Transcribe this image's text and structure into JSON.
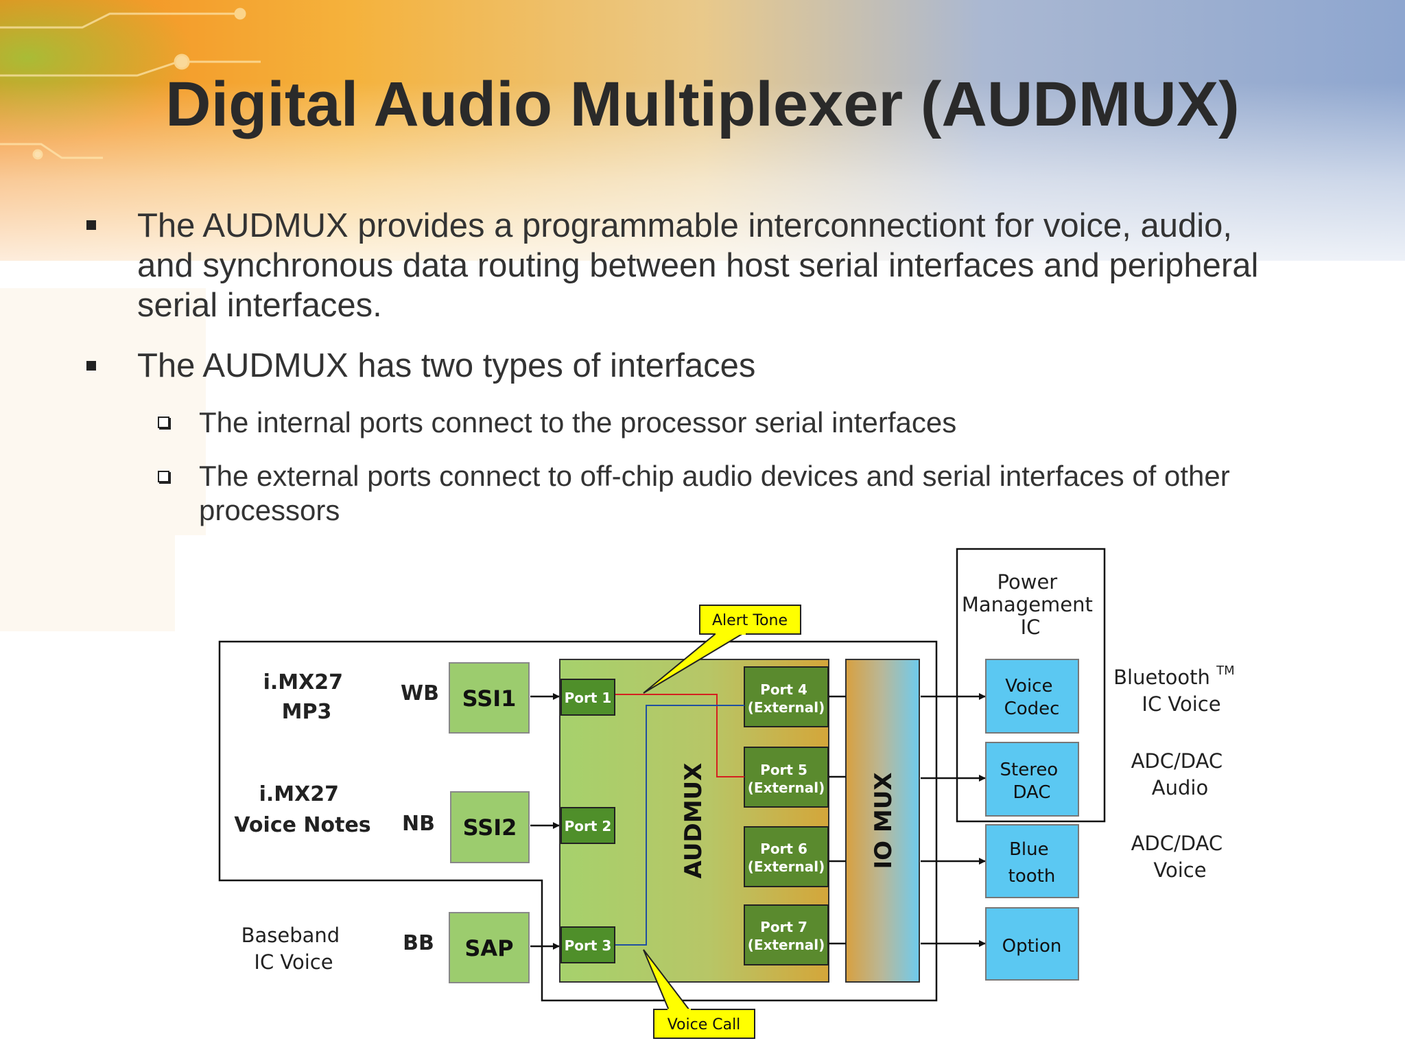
{
  "title": "Digital Audio Multiplexer (AUDMUX)",
  "bullets": [
    {
      "lines": [
        "The AUDMUX provides a programmable interconnectiont for voice, audio,",
        "and synchronous data routing between host serial interfaces and peripheral",
        "serial interfaces."
      ]
    },
    {
      "lines": [
        "The AUDMUX has two types of interfaces"
      ]
    }
  ],
  "sub_bullets": [
    {
      "lines": [
        "The internal ports connect to the processor serial interfaces"
      ]
    },
    {
      "lines": [
        "The external ports connect to off-chip audio devices and serial interfaces of other",
        "processors"
      ]
    }
  ],
  "diagram": {
    "sources": [
      {
        "name_lines": [
          "i.MX27",
          "MP3"
        ],
        "code": "WB",
        "block": "SSI1"
      },
      {
        "name_lines": [
          "i.MX27",
          "Voice Notes"
        ],
        "code": "NB",
        "block": "SSI2"
      },
      {
        "name_lines": [
          "Baseband",
          "IC Voice"
        ],
        "code": "BB",
        "block": "SAP"
      }
    ],
    "internal_ports": [
      "Port 1",
      "Port 2",
      "Port 3"
    ],
    "external_ports": [
      {
        "name": "Port 4",
        "sub": "(External)"
      },
      {
        "name": "Port 5",
        "sub": "(External)"
      },
      {
        "name": "Port 6",
        "sub": "(External)"
      },
      {
        "name": "Port 7",
        "sub": "(External)"
      }
    ],
    "audmux_label": "AUDMUX",
    "iomux_label": "IO MUX",
    "pmic_label_lines": [
      "Power",
      "Management",
      "IC"
    ],
    "peripherals": [
      {
        "lines": [
          "Voice",
          "Codec"
        ]
      },
      {
        "lines": [
          "Stereo",
          "DAC"
        ]
      },
      {
        "lines": [
          "Blue",
          "tooth"
        ]
      },
      {
        "lines": [
          "Option"
        ]
      }
    ],
    "right_labels": [
      {
        "lines": [
          "Bluetooth",
          "IC Voice"
        ],
        "sup": "TM"
      },
      {
        "lines": [
          "ADC/DAC",
          "Audio"
        ]
      },
      {
        "lines": [
          "ADC/DAC",
          "Voice"
        ]
      }
    ],
    "callouts": {
      "alert": "Alert Tone",
      "voice": "Voice Call"
    },
    "colors": {
      "green_block": "#9ccc6e",
      "port_green": "#4f8f2a",
      "ext_port": "#5a8a2e",
      "periph_blue": "#5bc8f2",
      "callout_yellow": "#ffff00",
      "route_red": "#d42020",
      "route_blue": "#2050a0"
    }
  }
}
